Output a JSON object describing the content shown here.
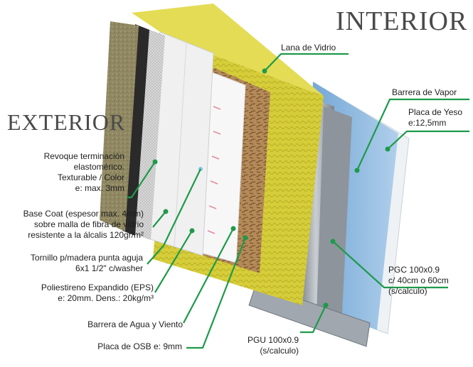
{
  "headings": {
    "interior": "INTERIOR",
    "exterior": "EXTERIOR"
  },
  "labels": {
    "lana_de_vidrio": "Lana de Vidrio",
    "barrera_de_vapor": "Barrera de Vapor",
    "placa_de_yeso": [
      "Placa de Yeso",
      "e:12,5mm"
    ],
    "revoque": [
      "Revoque terminación",
      "elastomérico.",
      "Texturable / Color",
      "e: max. 3mm"
    ],
    "base_coat": [
      "Base Coat (espesor max. 4mm)",
      "sobre malla de fibra de vidrio",
      "resistente a la álcalis 120gr/m²"
    ],
    "tornillo": [
      "Tornillo p/madera punta aguja",
      "6x1 1/2\" c/washer"
    ],
    "eps": [
      "Poliestireno Expandido (EPS)",
      "e: 20mm. Dens.: 20kg/m³"
    ],
    "barrera_agua_viento": "Barrera de Agua y Viento",
    "osb": "Placa de OSB e: 9mm",
    "pgu": [
      "PGU 100x0.9",
      "(s/calculo)"
    ],
    "pgc": [
      "PGC 100x0.9",
      "c/ 40cm o 60cm",
      "(s/calculo)"
    ]
  },
  "colors": {
    "leader_line": "#1e9a4a",
    "glass_wool": "#d8cf3a",
    "vapor_barrier": "#7fb1dd",
    "gypsum": "#eef2f5",
    "osb": "#b58a5a",
    "eps": "#f1f1f1",
    "steel": "#9aa1a8",
    "render": "#8c8560"
  }
}
